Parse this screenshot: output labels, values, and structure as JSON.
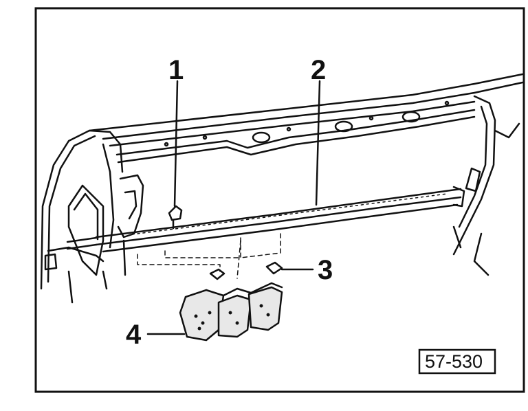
{
  "callouts": [
    {
      "id": "1",
      "label": "1"
    },
    {
      "id": "2",
      "label": "2"
    },
    {
      "id": "3",
      "label": "3"
    },
    {
      "id": "4",
      "label": "4"
    }
  ],
  "figure_reference": "57-530"
}
